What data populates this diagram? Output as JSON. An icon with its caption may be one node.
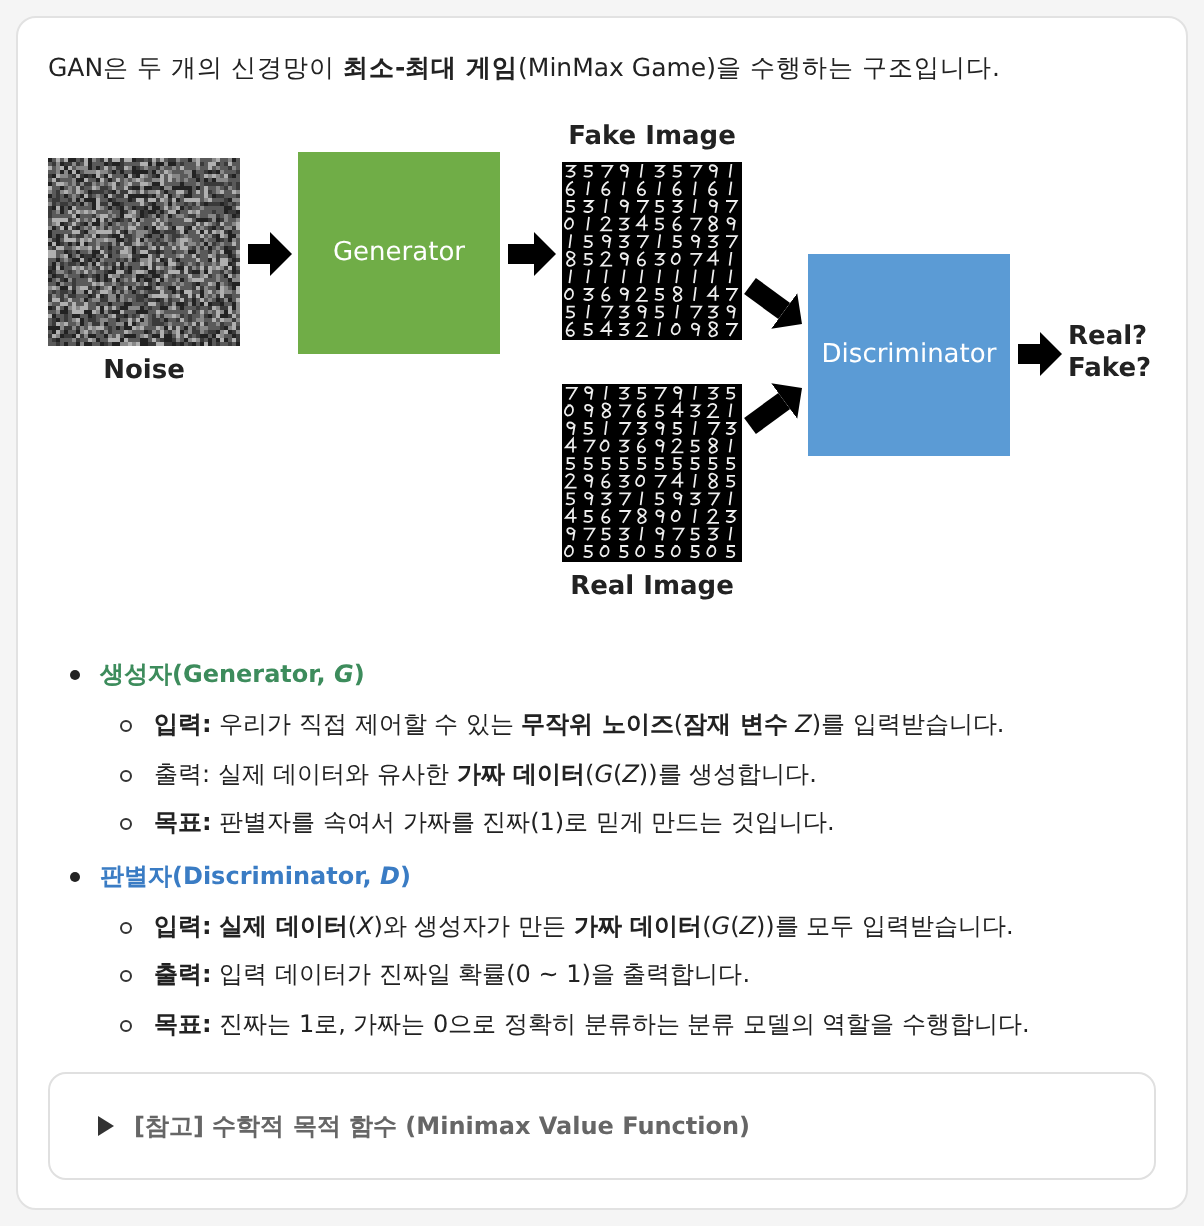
{
  "diagram": {
    "title": "GAN은 두 개의 신경망이 **최소-최대 게임**(MinMax Game)을 수행하는 구조입니다.",
    "nodes": [
      {
        "text": [
          "Noise"
        ]
      },
      {
        "text": [
          "Generator"
        ]
      },
      {
        "text": [
          "Fake Image"
        ]
      },
      {
        "text": [
          "Real Image"
        ]
      },
      {
        "text": [
          "Discriminator"
        ]
      },
      {
        "text": [
          "Real? Fake?"
        ]
      }
    ],
    "edges": [
      {
        "from": 0,
        "to": 1,
        "arrow": "to"
      },
      {
        "from": 1,
        "to": 2,
        "arrow": "to"
      },
      {
        "from": 2,
        "to": 4,
        "arrow": "to"
      },
      {
        "from": 3,
        "to": 4,
        "arrow": "to"
      },
      {
        "from": 4,
        "to": 5,
        "arrow": "to"
      }
    ],
    "labels": [
      "생성자(Generator, *G*)",
      "**입력:** 우리가 직접 제어할 수 있는 **무작위 노이즈**(**잠재 변수** *Z*)를 입력받습니다.",
      "출력: 실제 데이터와 유사한 **가짜 데이터**(*G*(*Z*))를 생성합니다.",
      "**목표:** 판별자를 속여서 가짜를 진짜(1)로 믿게 만드는 것입니다.",
      "판별자(Discriminator, *D*)",
      "**입력:** **실제 데이터**(*X*)와 생성자가 만든 **가짜 데이터**(*G*(*Z*))를 모두 입력받습니다.",
      "**출력:** 입력 데이터가 진짜일 확률(0 ~ 1)을 출력합니다.",
      "**목표:** 진짜는 1로, 가짜는 0으로 정확히 분류하는 분류 모델의 역할을 수행합니다.",
      "[참고] 수학적 목적 함수 (Minimax Value Function)"
    ]
  }
}
